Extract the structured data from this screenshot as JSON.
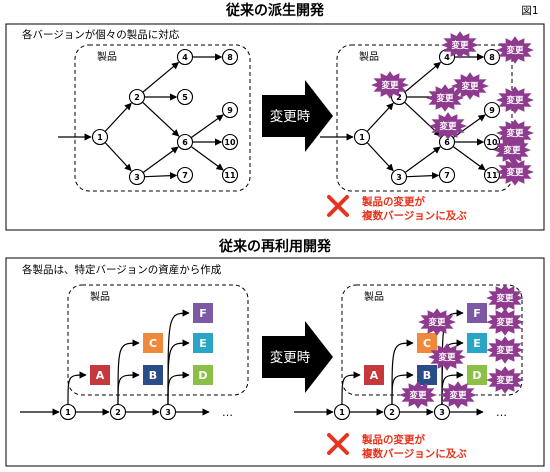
{
  "figure_label": "図1",
  "section1": {
    "title": "従来の派生開発",
    "subtitle": "各バージョンが個々の製品に対応",
    "box_label": "製品",
    "nodes": [
      "1",
      "2",
      "3",
      "4",
      "5",
      "6",
      "7",
      "8",
      "9",
      "10",
      "11"
    ],
    "arrow_label": "変更時",
    "change_label": "変更",
    "warning_line1": "製品の変更が",
    "warning_line2": "複数バージョンに及ぶ"
  },
  "section2": {
    "title": "従来の再利用開発",
    "subtitle": "各製品は、特定バージョンの資産から作成",
    "box_label": "製品",
    "nodes": [
      "1",
      "2",
      "3"
    ],
    "ellipsis": "…",
    "products": [
      {
        "letter": "A",
        "color": "#c5393d"
      },
      {
        "letter": "B",
        "color": "#2a4d8a"
      },
      {
        "letter": "C",
        "color": "#ef8a3d"
      },
      {
        "letter": "D",
        "color": "#8cbf45"
      },
      {
        "letter": "E",
        "color": "#29a6c6"
      },
      {
        "letter": "F",
        "color": "#7b59a5"
      }
    ],
    "arrow_label": "変更時",
    "change_label": "変更",
    "warning_line1": "製品の変更が",
    "warning_line2": "複数バージョンに及ぶ"
  },
  "colors": {
    "star": "#8e3a8e",
    "warning": "#e8331c",
    "big_arrow": "#000000"
  }
}
